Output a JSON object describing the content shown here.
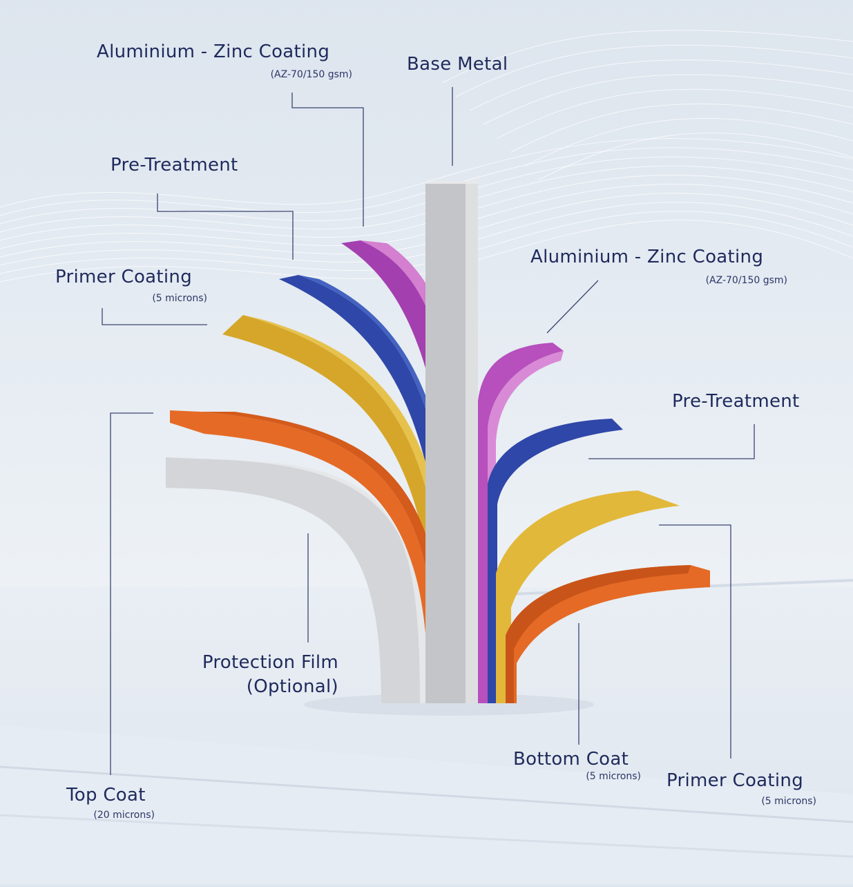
{
  "colors": {
    "base_metal": "#c9cacc",
    "az_coating": "#a43fb0",
    "pre_treatment": "#2f47a8",
    "primer": "#e2b83a",
    "top_coat": "#e56a26",
    "film": "#d3d5d8",
    "label": "#1e2a5c",
    "leader": "#3b4570"
  },
  "labels": {
    "base_metal": {
      "title": "Base Metal"
    },
    "az_left": {
      "title": "Aluminium - Zinc Coating",
      "sub": "(AZ-70/150 gsm)"
    },
    "az_right": {
      "title": "Aluminium - Zinc Coating",
      "sub": "(AZ-70/150 gsm)"
    },
    "pre_left": {
      "title": "Pre-Treatment"
    },
    "pre_right": {
      "title": "Pre-Treatment"
    },
    "primer_left": {
      "title": "Primer Coating",
      "sub": "(5 microns)"
    },
    "primer_right": {
      "title": "Primer Coating",
      "sub": "(5 microns)"
    },
    "protection": {
      "line1": "Protection Film",
      "line2": "(Optional)"
    },
    "bottom": {
      "title": "Bottom Coat",
      "sub": "(5 microns)"
    },
    "top": {
      "title": "Top Coat",
      "sub": "(20 microns)"
    }
  }
}
